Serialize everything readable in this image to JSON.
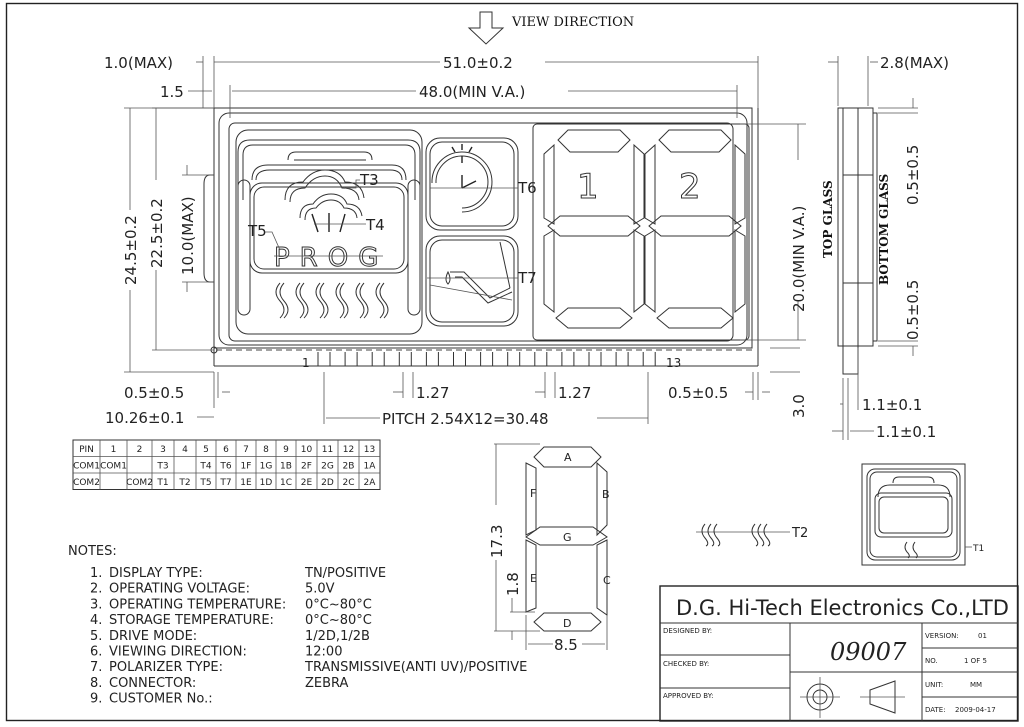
{
  "header": {
    "view_direction": "VIEW DIRECTION"
  },
  "front_view": {
    "dims": {
      "glass_overhang": "1.0(MAX)",
      "left_offset": "1.5",
      "overall_width": "51.0±0.2",
      "va_width": "48.0(MIN V.A.)",
      "overall_height": "24.5±0.2",
      "glass_height": "22.5±0.2",
      "side_height": "10.0(MAX)",
      "va_height": "20.0(MIN V.A.)",
      "pin_left_offset": "0.5±0.5",
      "pin_first_offset": "10.26±0.1",
      "pin_width_1": "1.27",
      "pin_width_2": "1.27",
      "pitch": "PITCH 2.54X12=30.48",
      "pin_right_offset": "0.5±0.5",
      "pin_length": "3.0"
    },
    "pin_first_label": "1",
    "pin_last_label": "13",
    "pin_count": 13,
    "icon_labels": {
      "t3": "T3",
      "t4": "T4",
      "t5": "T5",
      "t6": "T6",
      "t7": "T7"
    },
    "prog_text": "PROG",
    "digit_labels": [
      "1",
      "2"
    ]
  },
  "side_view": {
    "thickness": "2.8(MAX)",
    "top_glass": "TOP GLASS",
    "bottom_glass": "BOTTOM GLASS",
    "top_offset": "0.5±0.5",
    "bottom_offset": "0.5±0.5",
    "glass_thick_1": "1.1±0.1",
    "glass_thick_2": "1.1±0.1"
  },
  "pin_table": {
    "headers": [
      "PIN",
      "1",
      "2",
      "3",
      "4",
      "5",
      "6",
      "7",
      "8",
      "9",
      "10",
      "11",
      "12",
      "13"
    ],
    "rows": [
      [
        "COM1",
        "COM1",
        "",
        "T3",
        "",
        "T4",
        "T6",
        "1F",
        "1G",
        "1B",
        "2F",
        "2G",
        "2B",
        "1A"
      ],
      [
        "COM2",
        "",
        "COM2",
        "T1",
        "T2",
        "T5",
        "T7",
        "1E",
        "1D",
        "1C",
        "2E",
        "2D",
        "2C",
        "2A"
      ]
    ]
  },
  "segment_diagram": {
    "segments": [
      "A",
      "B",
      "C",
      "D",
      "E",
      "F",
      "G"
    ],
    "height": "17.3",
    "width": "8.5",
    "segment_width": "1.8"
  },
  "icons_detail": {
    "t2": "T2",
    "t1": "T1"
  },
  "notes": {
    "title": "NOTES:",
    "items": [
      {
        "num": "1.",
        "label": "DISPLAY TYPE:",
        "value": "TN/POSITIVE"
      },
      {
        "num": "2.",
        "label": "OPERATING VOLTAGE:",
        "value": "5.0V"
      },
      {
        "num": "3.",
        "label": "OPERATING TEMPERATURE:",
        "value": "0°C~80°C"
      },
      {
        "num": "4.",
        "label": "STORAGE TEMPERATURE:",
        "value": "0°C~80°C"
      },
      {
        "num": "5.",
        "label": "DRIVE MODE:",
        "value": "1/2D,1/2B"
      },
      {
        "num": "6.",
        "label": "VIEWING DIRECTION:",
        "value": "12:00"
      },
      {
        "num": "7.",
        "label": "POLARIZER TYPE:",
        "value": "TRANSMISSIVE(ANTI UV)/POSITIVE"
      },
      {
        "num": "8.",
        "label": "CONNECTOR:",
        "value": "ZEBRA"
      },
      {
        "num": "9.",
        "label": "CUSTOMER No.:",
        "value": ""
      }
    ]
  },
  "title_block": {
    "company": "D.G. Hi-Tech Electronics Co.,LTD",
    "designed_by": "DESIGNED BY:",
    "checked_by": "CHECKED BY:",
    "approved_by": "APPROVED BY:",
    "drawing_no": "09007",
    "version_label": "VERSION:",
    "version": "01",
    "no_label": "NO.",
    "no": "1 OF 5",
    "unit_label": "UNIT:",
    "unit": "MM",
    "date_label": "DATE:",
    "date": "2009-04-17"
  }
}
